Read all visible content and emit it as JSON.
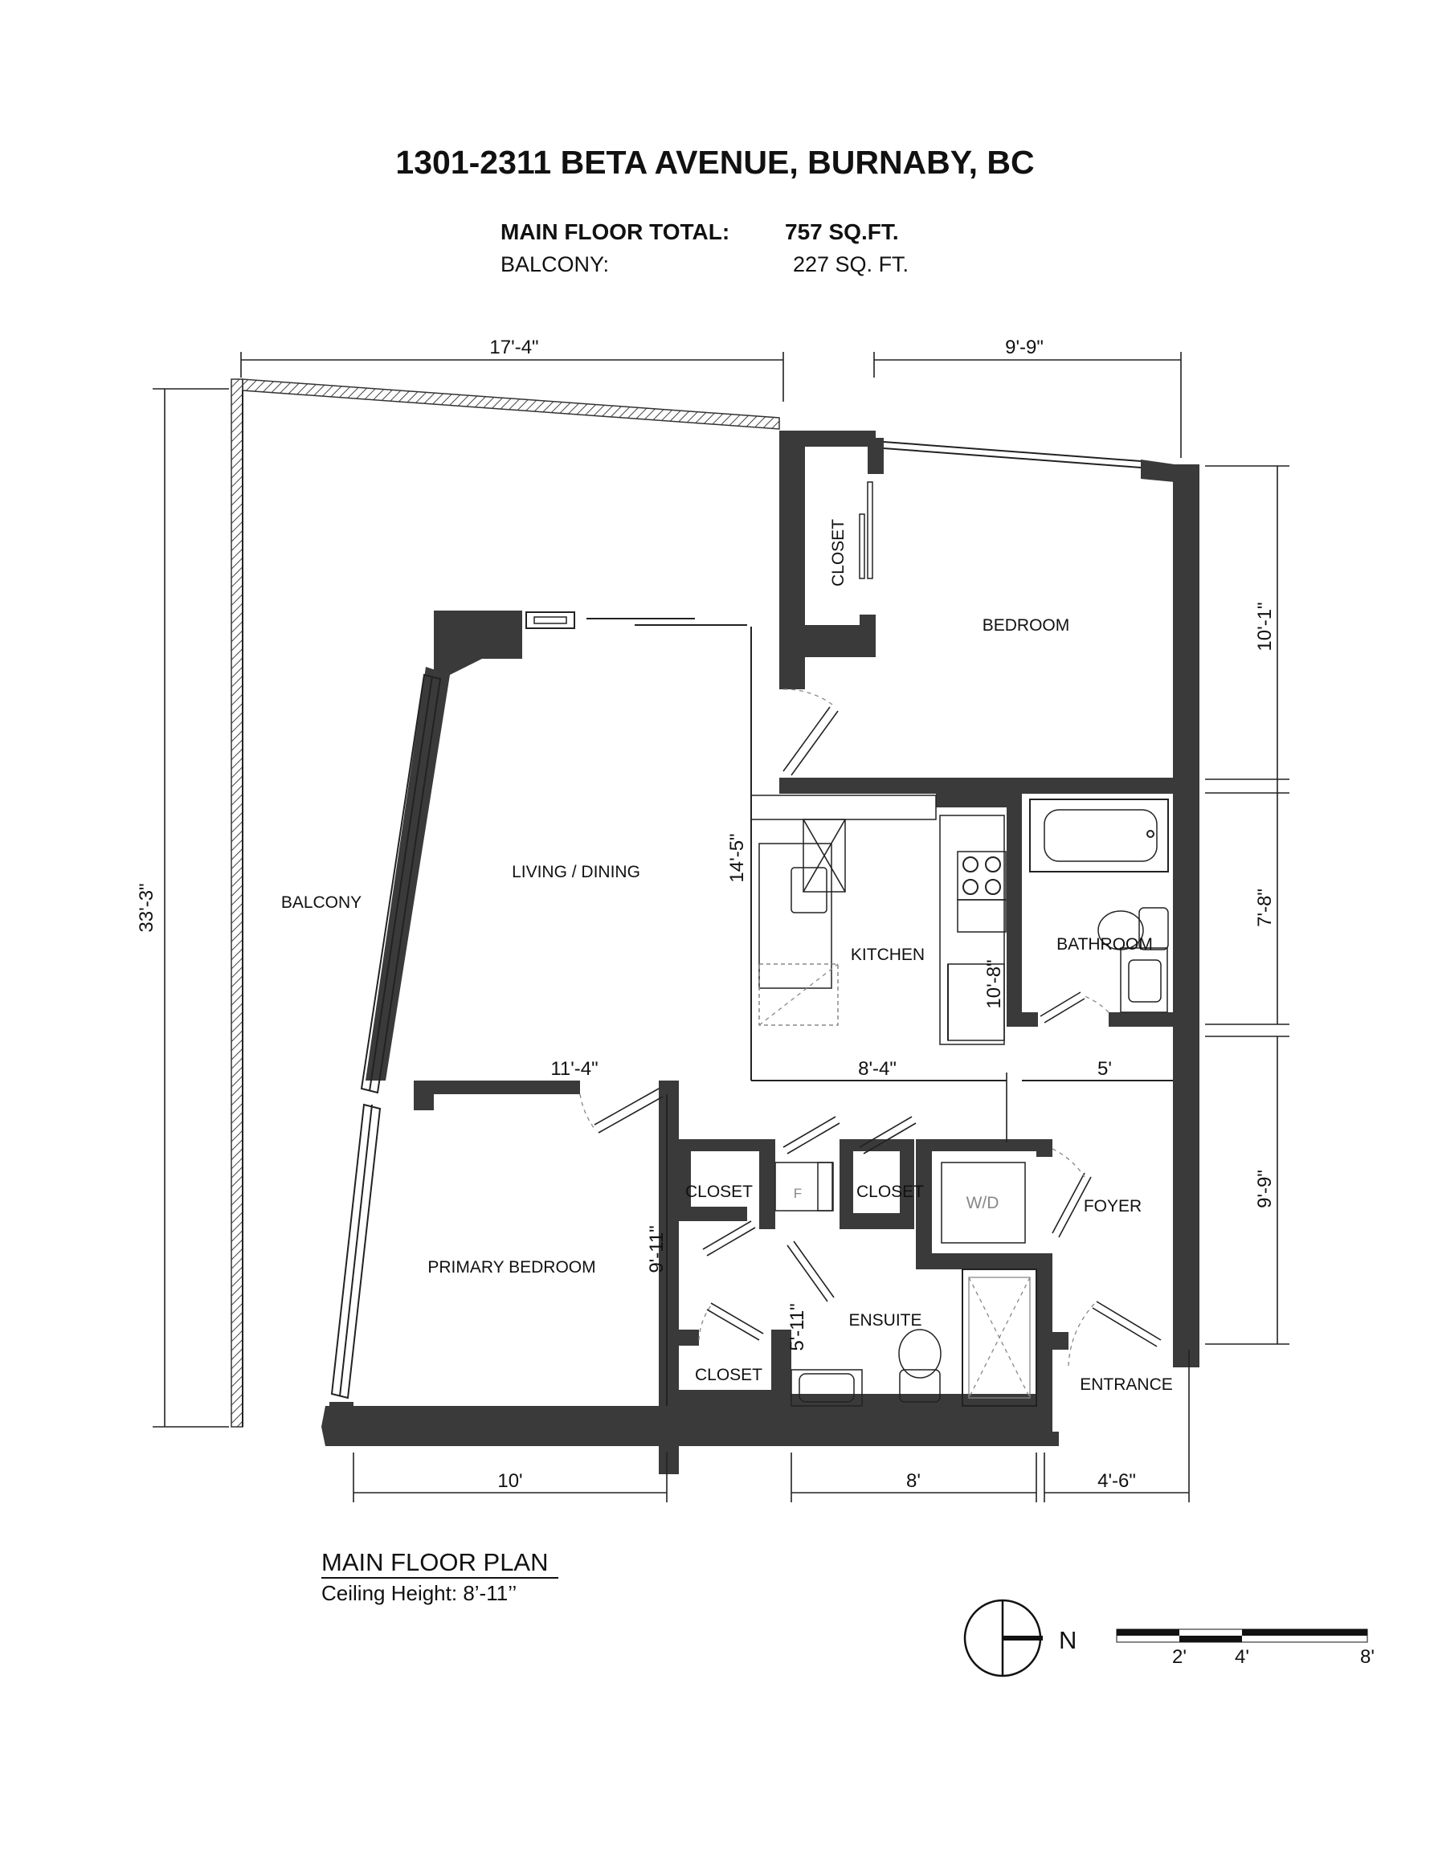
{
  "header": {
    "address": "1301-2311 BETA AVENUE, BURNABY, BC",
    "main_floor_label": "MAIN FLOOR TOTAL:",
    "main_floor_value": "757 SQ.FT.",
    "balcony_label": "BALCONY:",
    "balcony_value": "227 SQ. FT."
  },
  "rooms": {
    "balcony": "BALCONY",
    "living_dining": "LIVING / DINING",
    "closet_top": "CLOSET",
    "bedroom": "BEDROOM",
    "kitchen": "KITCHEN",
    "bathroom": "BATHROOM",
    "primary_bedroom": "PRIMARY BEDROOM",
    "closet_1": "CLOSET",
    "closet_2": "CLOSET",
    "closet_3": "CLOSET",
    "ensuite": "ENSUITE",
    "foyer": "FOYER",
    "entrance": "ENTRANCE",
    "fridge": "F",
    "washer_dryer": "W/D"
  },
  "dimensions": {
    "top_left": "17'-4\"",
    "top_right": "9'-9\"",
    "left_overall": "33'-3\"",
    "right_bedroom": "10'-1\"",
    "right_bath": "7'-8\"",
    "right_foyer": "9'-9\"",
    "kitchen_height": "14'-5\"",
    "kitchen_depth": "10'-8\"",
    "mid_living": "11'-4\"",
    "mid_kitchen": "8'-4\"",
    "mid_bath": "5'",
    "primary_height": "9'-11\"",
    "ensuite_height": "5'-11\"",
    "bottom_primary": "10'",
    "bottom_ensuite": "8'",
    "bottom_entrance": "4'-6\""
  },
  "footer": {
    "plan_title": "MAIN FLOOR PLAN",
    "ceiling": "Ceiling Height: 8’-11’’",
    "north": "N",
    "scale_labels": [
      "2'",
      "4'",
      "8'"
    ]
  }
}
